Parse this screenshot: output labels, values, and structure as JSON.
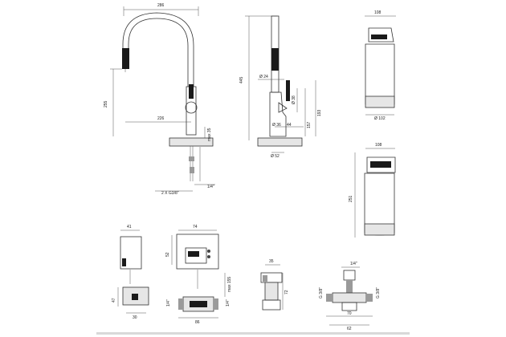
{
  "dimensions": {
    "tap_width": "286",
    "tap_height": "255",
    "tap_reach": "226",
    "tap_max_deck": "max 35",
    "tap_hose": "1/4\"",
    "tap_connections": "2 X G3/8\"",
    "side_height": "445",
    "side_spout_dia": "Ø 24",
    "side_handle_dia": "Ø 38",
    "side_base_dia": "Ø 36",
    "side_offset": "44",
    "side_h_157": "157",
    "side_h_193": "193",
    "side_foot_dia": "Ø 52",
    "filter_top_width": "108",
    "filter_body_dia": "Ø 102",
    "filter2_width": "108",
    "filter2_height": "251",
    "box_width": "41",
    "box_depth": "30",
    "box_height": "47",
    "ctrl_width": "74",
    "ctrl_height": "52",
    "ctrl_max": "max 155",
    "ctrl_base_width": "86",
    "ctrl_pipe_left": "1/4\"",
    "ctrl_pipe_right": "1/4\"",
    "valve_width": "35",
    "valve_height": "72",
    "tee_top": "1/4\"",
    "tee_left": "G 3/8\"",
    "tee_right": "G 3/8\"",
    "tee_width_70": "70",
    "tee_width_62": "62"
  }
}
